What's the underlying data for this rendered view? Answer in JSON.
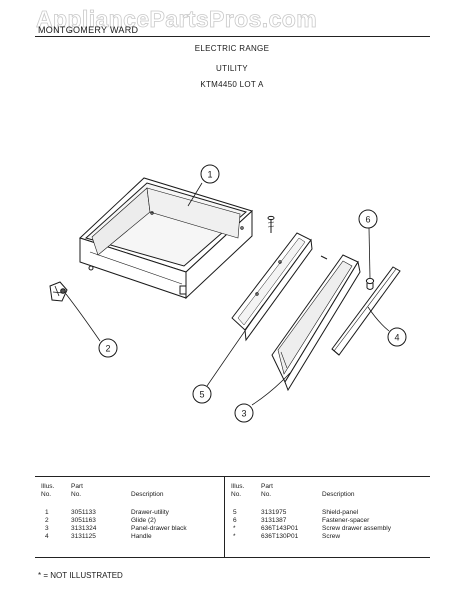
{
  "watermark": "AppliancePartsPros.com",
  "header": {
    "brand": "MONTGOMERY WARD",
    "title": "ELECTRIC RANGE",
    "subtitle": "UTILITY",
    "model": "KTM4450 LOT A"
  },
  "callouts": [
    "1",
    "2",
    "3",
    "4",
    "5",
    "6"
  ],
  "table": {
    "col_illus": "Illus.",
    "col_no": "No.",
    "col_part": "Part",
    "col_desc": "Description",
    "left_rows": [
      {
        "illus": "1",
        "part": "3051133",
        "desc": "Drawer-utility"
      },
      {
        "illus": "2",
        "part": "3051163",
        "desc": "Glide (2)"
      },
      {
        "illus": "3",
        "part": "3131324",
        "desc": "Panel-drawer black"
      },
      {
        "illus": "4",
        "part": "3131125",
        "desc": "Handle"
      }
    ],
    "right_rows": [
      {
        "illus": "5",
        "part": "3131975",
        "desc": "Shield-panel"
      },
      {
        "illus": "6",
        "part": "3131387",
        "desc": "Fastener-spacer"
      },
      {
        "illus": "*",
        "part": "636T143P01",
        "desc": "Screw drawer assembly"
      },
      {
        "illus": "*",
        "part": "636T130P01",
        "desc": "Screw"
      }
    ]
  },
  "footnote": "* = NOT ILLUSTRATED"
}
